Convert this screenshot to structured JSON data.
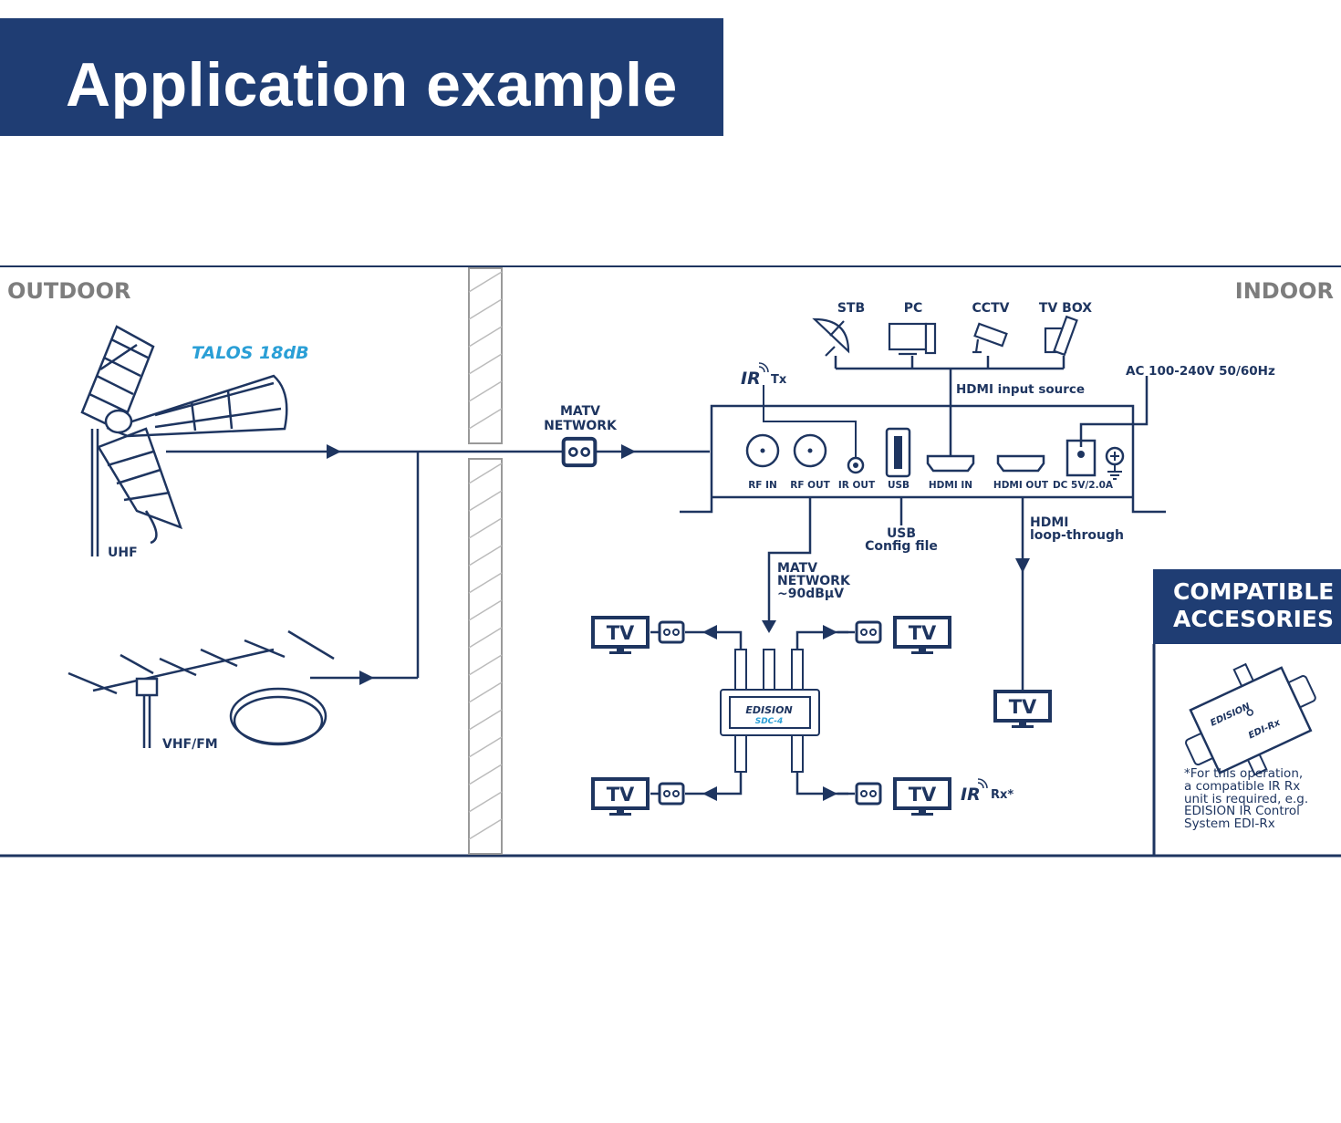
{
  "header": {
    "title": "Application example"
  },
  "zones": {
    "outdoor": "OUTDOOR",
    "indoor": "INDOOR"
  },
  "antennas": {
    "brand": "TALOS 18dB",
    "uhf": "UHF",
    "vhf": "VHF/FM"
  },
  "matv_network_label": [
    "MATV",
    "NETWORK"
  ],
  "sources": {
    "stb": "STB",
    "pc": "PC",
    "cctv": "CCTV",
    "tvbox": "TV BOX",
    "hdmi_input_source": "HDMI input source"
  },
  "ir_tx": {
    "ir": "IR",
    "tx": "Tx"
  },
  "power": "AC 100-240V 50/60Hz",
  "ports": {
    "rf_in": "RF IN",
    "rf_out": "RF OUT",
    "ir_out": "IR OUT",
    "usb": "USB",
    "hdmi_in": "HDMI IN",
    "hdmi_out": "HDMI OUT",
    "dc": "DC 5V/2.0A"
  },
  "usb_note": [
    "USB",
    "Config file"
  ],
  "hdmi_loop": [
    "HDMI",
    "loop-through"
  ],
  "matv_output": [
    "MATV",
    "NETWORK",
    "~90dBµV"
  ],
  "splitter": {
    "brand": "EDISION",
    "model": "SDC-4"
  },
  "tv_label": "TV",
  "ir_rx": {
    "ir": "IR",
    "rx": "Rx*"
  },
  "accessories": {
    "title": "COMPATIBLE\nACCESORIES",
    "device_brand": "EDISION",
    "device_model": "EDI-Rx",
    "note": "*For this operation,\na compatible IR Rx\nunit is required, e.g.\nEDISION IR Control\nSystem EDI-Rx"
  },
  "colors": {
    "navy": "#1f3d73",
    "line": "#1e3560",
    "accent": "#2a9fd6",
    "gray": "#7d7d7d"
  }
}
